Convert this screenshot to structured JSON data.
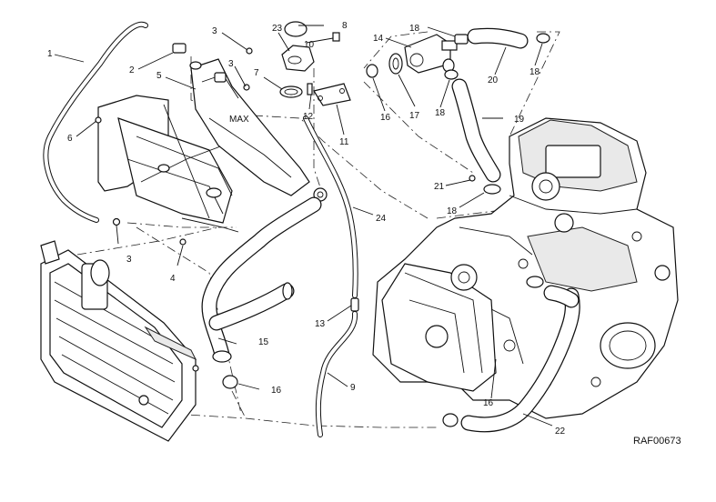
{
  "labels": {
    "l1": "1",
    "l2": "2",
    "l3a": "3",
    "l3b": "3",
    "l3c": "3",
    "l4": "4",
    "l5": "5",
    "l6": "6",
    "l7": "7",
    "l8": "8",
    "l9": "9",
    "l10": "10",
    "l11": "11",
    "l12": "12",
    "l13": "13",
    "l14": "14",
    "l15": "15",
    "l16a": "16",
    "l16b": "16",
    "l16c": "16",
    "l17": "17",
    "l18a": "18",
    "l18b": "18",
    "l18c": "18",
    "l18d": "18",
    "l19": "19",
    "l20": "20",
    "l21": "21",
    "l22": "22",
    "l23": "23",
    "l24": "24"
  },
  "reference_code": "RAF00673",
  "tank_mark": "MAX"
}
